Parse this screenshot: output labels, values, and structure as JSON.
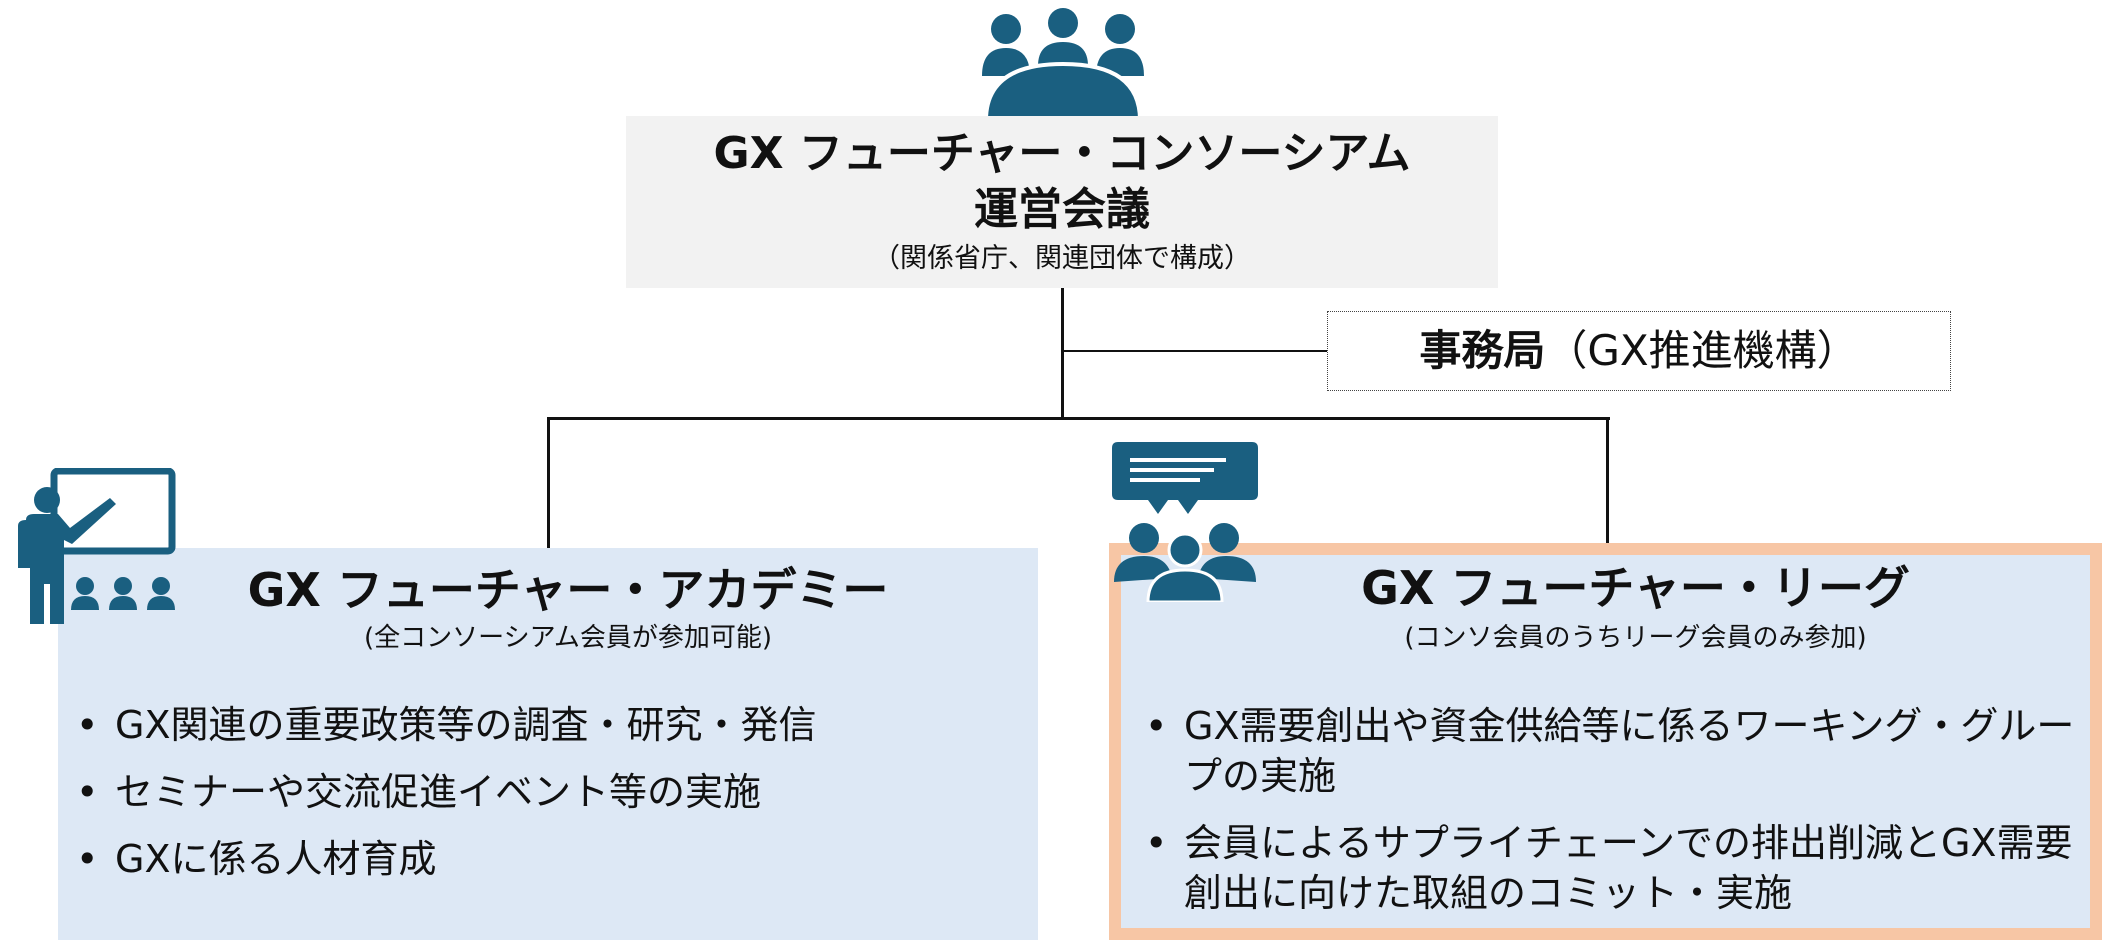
{
  "colors": {
    "icon": "#1a5f80",
    "panel_bg": "#dde8f5",
    "league_border": "#f7c6a5",
    "top_box_bg": "#f2f2f2"
  },
  "council": {
    "icon": "meeting-group-icon",
    "title_line1": "GX フューチャー・コンソーシアム",
    "title_line2": "運営会議",
    "subtitle": "（関係省庁、関連団体で構成）"
  },
  "secretariat": {
    "label_bold": "事務局",
    "label_rest": "（GX推進機構）"
  },
  "academy": {
    "icon": "lecture-teacher-icon",
    "title": "GX フューチャー・アカデミー",
    "subtitle": "(全コンソーシアム会員が参加可能)",
    "items": [
      "GX関連の重要政策等の調査・研究・発信",
      "セミナーや交流促進イベント等の実施",
      "GXに係る人材育成"
    ]
  },
  "league": {
    "icon": "discussion-group-icon",
    "title": "GX フューチャー・リーグ",
    "subtitle": "(コンソ会員のうちリーグ会員のみ参加)",
    "items": [
      "GX需要創出や資金供給等に係るワーキング・グループの実施",
      "会員によるサプライチェーンでの排出削減とGX需要創出に向けた取組のコミット・実施"
    ]
  },
  "bullet_char": "•"
}
